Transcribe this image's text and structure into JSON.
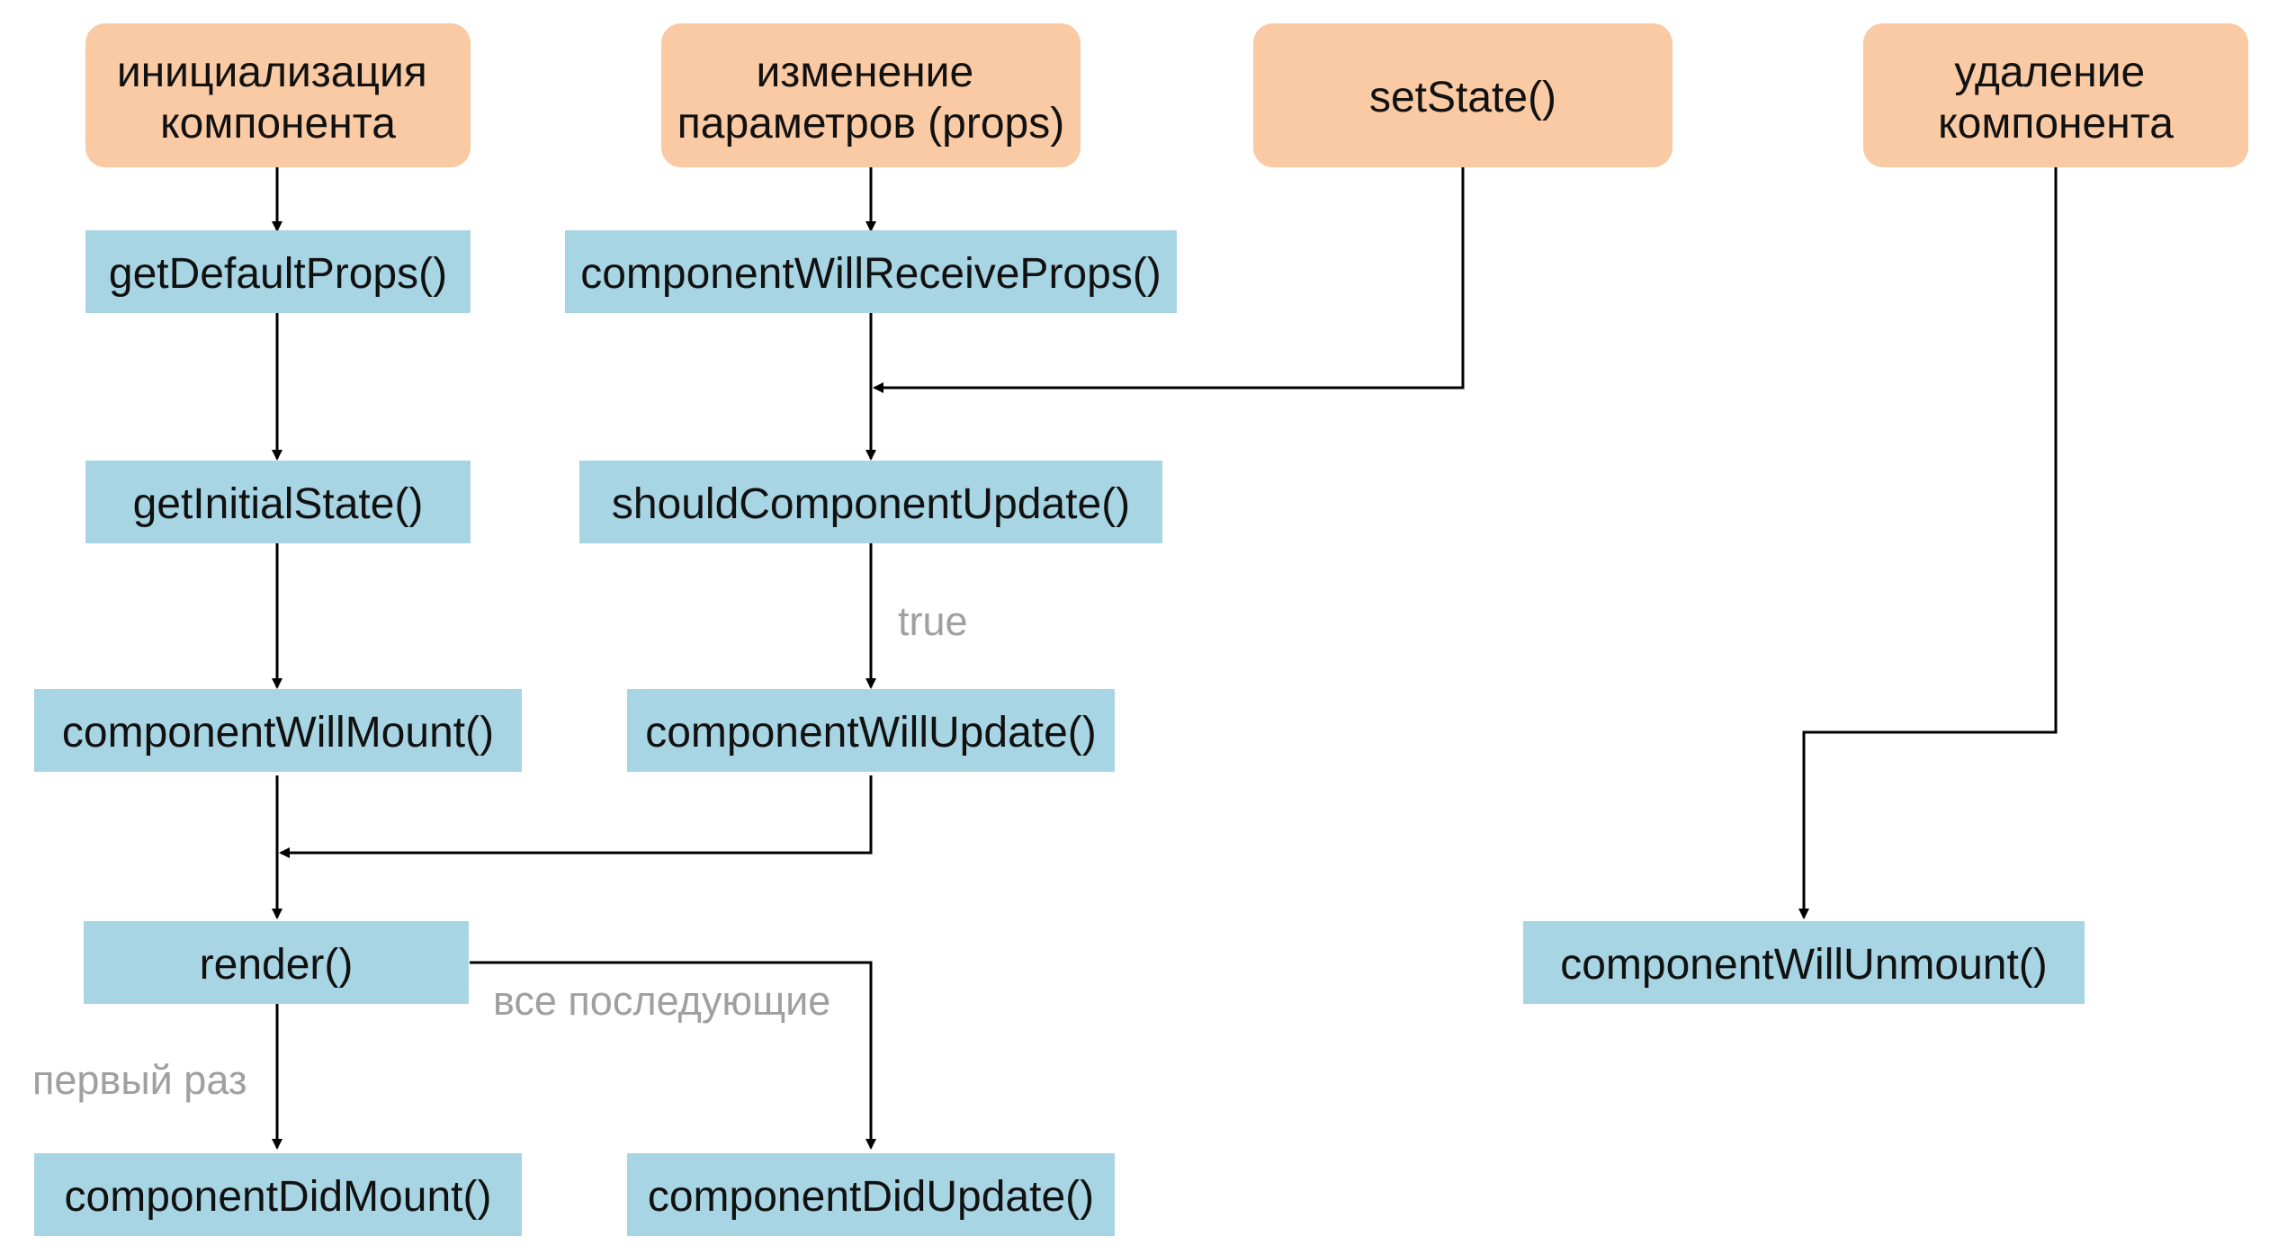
{
  "nodes": {
    "init": {
      "lines": [
        "инициализация",
        "компонента"
      ],
      "kind": "event"
    },
    "props_change": {
      "lines": [
        "изменение",
        "параметров (props)"
      ],
      "kind": "event"
    },
    "set_state": {
      "lines": [
        "setState()"
      ],
      "kind": "event"
    },
    "unmount": {
      "lines": [
        "удаление",
        "компонента"
      ],
      "kind": "event"
    },
    "get_default_props": {
      "lines": [
        "getDefaultProps()"
      ],
      "kind": "method"
    },
    "will_receive_props": {
      "lines": [
        "componentWillReceiveProps()"
      ],
      "kind": "method"
    },
    "get_initial_state": {
      "lines": [
        "getInitialState()"
      ],
      "kind": "method"
    },
    "should_update": {
      "lines": [
        "shouldComponentUpdate()"
      ],
      "kind": "method"
    },
    "will_mount": {
      "lines": [
        "componentWillMount()"
      ],
      "kind": "method"
    },
    "will_update": {
      "lines": [
        "componentWillUpdate()"
      ],
      "kind": "method"
    },
    "render": {
      "lines": [
        "render()"
      ],
      "kind": "method"
    },
    "will_unmount": {
      "lines": [
        "componentWillUnmount()"
      ],
      "kind": "method"
    },
    "did_mount": {
      "lines": [
        "componentDidMount()"
      ],
      "kind": "method"
    },
    "did_update": {
      "lines": [
        "componentDidUpdate()"
      ],
      "kind": "method"
    }
  },
  "edge_labels": {
    "true_label": "true",
    "subsequent_label": "все последующие",
    "first_time_label": "первый раз"
  },
  "colors": {
    "event_fill": "#f9caa3",
    "method_fill": "#a8d5e3",
    "edge_color": "#000000",
    "edge_label_color": "#a0a0a0"
  }
}
